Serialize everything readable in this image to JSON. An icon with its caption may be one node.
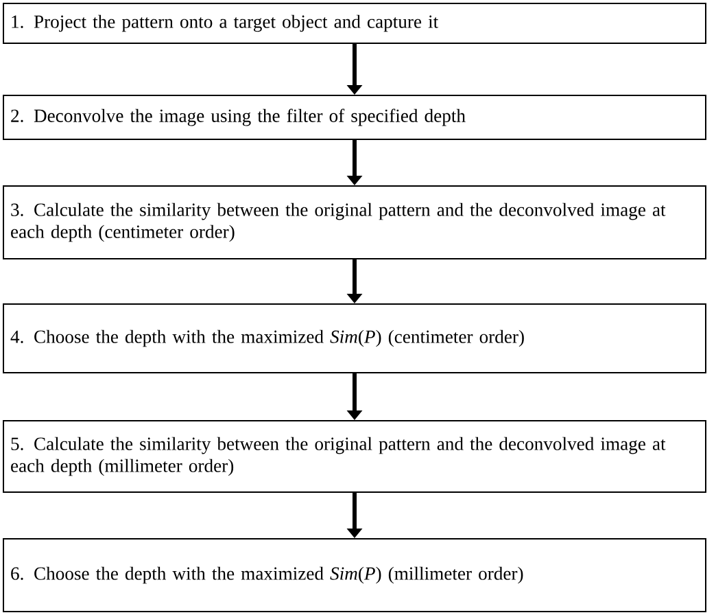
{
  "diagram": {
    "nodes": [
      {
        "text": [
          "1. Project the pattern onto a target object and capture it"
        ]
      },
      {
        "text": [
          "2. Deconvolve the image using the filter of specified depth"
        ]
      },
      {
        "text": [
          "3. Calculate the similarity between the original pattern and the deconvolved image at each depth (centimeter order)"
        ]
      },
      {
        "text": [
          "4. Choose the depth with the maximized *Sim*(*P*) (centimeter order)"
        ]
      },
      {
        "text": [
          "5. Calculate the similarity between the original pattern and the deconvolved image at each depth (millimeter order)"
        ]
      },
      {
        "text": [
          "6. Choose the depth with the maximized *Sim*(*P*) (millimeter order)"
        ]
      }
    ],
    "edges": [
      {
        "from": 0,
        "to": 1,
        "arrow": "to"
      },
      {
        "from": 1,
        "to": 2,
        "arrow": "to"
      },
      {
        "from": 2,
        "to": 3,
        "arrow": "to"
      },
      {
        "from": 3,
        "to": 4,
        "arrow": "to"
      },
      {
        "from": 4,
        "to": 5,
        "arrow": "to"
      }
    ]
  }
}
